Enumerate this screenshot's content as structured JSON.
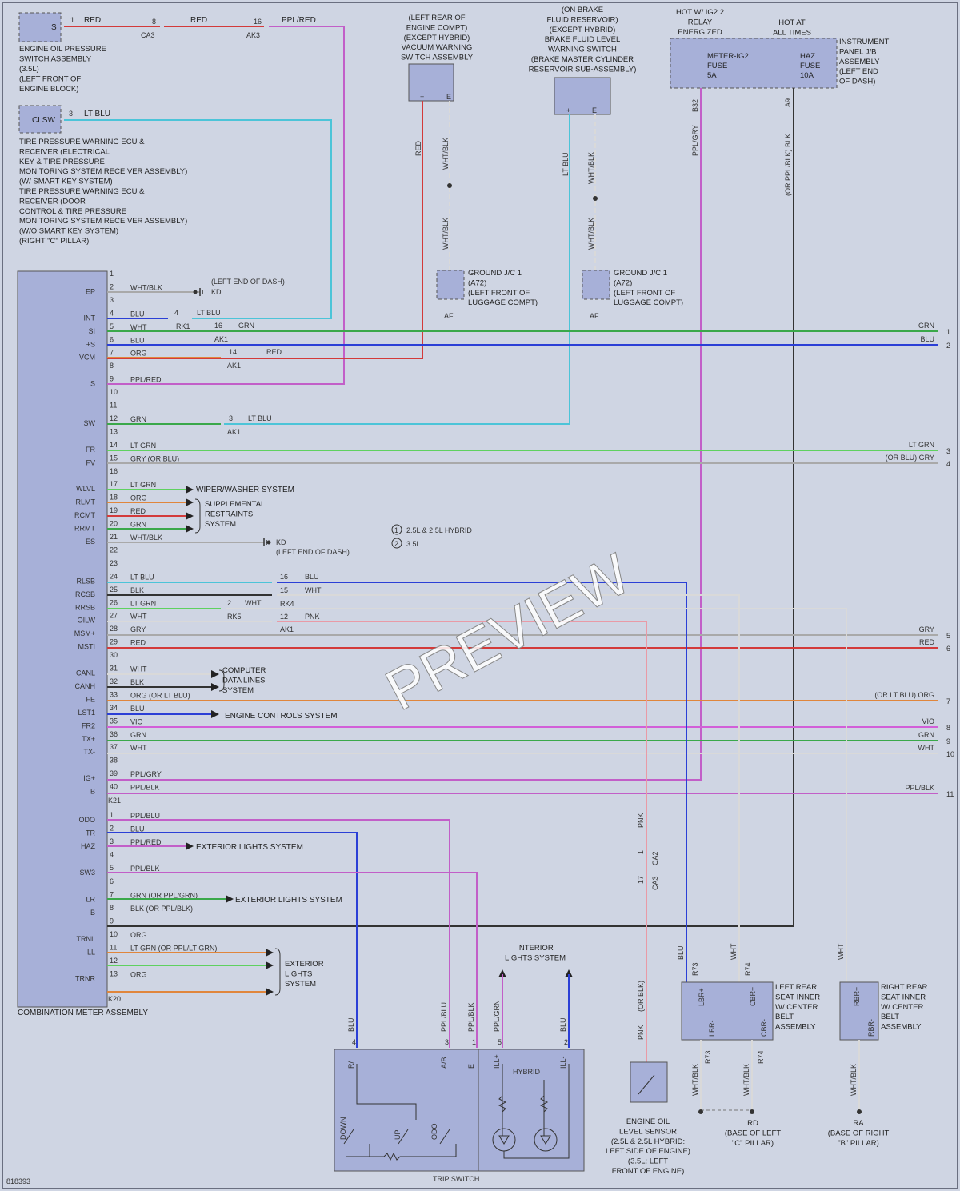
{
  "title": "COMBINATION METER ASSEMBLY",
  "doc_id": "818393",
  "watermark": "PREVIEW",
  "legend": {
    "n1": "1",
    "t1": "2.5L & 2.5L HYBRID",
    "n2": "2",
    "t2": "3.5L"
  },
  "components": {
    "oil_switch_box": "S",
    "oil_switch": [
      "ENGINE OIL PRESSURE",
      "SWITCH ASSEMBLY",
      "(3.5L)",
      "(LEFT FRONT OF",
      "ENGINE BLOCK)"
    ],
    "tpms_box": "CLSW",
    "tpms": [
      "TIRE PRESSURE WARNING ECU &",
      "RECEIVER (ELECTRICAL",
      "KEY & TIRE PRESSURE",
      "MONITORING SYSTEM RECEIVER ASSEMBLY)",
      "(W/ SMART KEY SYSTEM)",
      "TIRE PRESSURE WARNING ECU &",
      "RECEIVER (DOOR",
      "CONTROL & TIRE PRESSURE",
      "MONITORING SYSTEM RECEIVER ASSEMBLY)",
      "(W/O SMART KEY SYSTEM)",
      "(RIGHT \"C\" PILLAR)"
    ],
    "vacuum_sw": [
      "(LEFT REAR OF",
      "ENGINE COMPT)",
      "(EXCEPT HYBRID)",
      "VACUUM WARNING",
      "SWITCH ASSEMBLY"
    ],
    "brake_sw": [
      "(ON BRAKE",
      "FLUID RESERVOIR)",
      "(EXCEPT HYBRID)",
      "BRAKE FLUID LEVEL",
      "WARNING SWITCH",
      "(BRAKE MASTER CYLINDER",
      "RESERVOIR SUB-ASSEMBLY)"
    ],
    "hot_ig2": [
      "HOT W/ IG2 2",
      "RELAY",
      "ENERGIZED"
    ],
    "hot_all": [
      "HOT AT",
      "ALL TIMES"
    ],
    "fuse1": [
      "METER-IG2",
      "FUSE",
      "5A"
    ],
    "fuse2": [
      "HAZ",
      "FUSE",
      "10A"
    ],
    "ip_jb": [
      "INSTRUMENT",
      "PANEL J/B",
      "ASSEMBLY",
      "(LEFT END",
      "OF DASH)"
    ],
    "ground1": [
      "GROUND J/C 1",
      "(A72)",
      "(LEFT FRONT OF",
      "LUGGAGE COMPT)"
    ],
    "ground2": [
      "GROUND J/C 1",
      "(A72)",
      "(LEFT FRONT OF",
      "LUGGAGE COMPT)"
    ],
    "af": "AF",
    "kd": "KD",
    "left_end_dash": "(LEFT END OF DASH)",
    "wiper": "WIPER/WASHER SYSTEM",
    "srs": [
      "SUPPLEMENTAL",
      "RESTRAINTS",
      "SYSTEM"
    ],
    "cdl": [
      "COMPUTER",
      "DATA LINES",
      "SYSTEM"
    ],
    "ecs": "ENGINE CONTROLS SYSTEM",
    "els1": "EXTERIOR LIGHTS SYSTEM",
    "els2": "EXTERIOR LIGHTS SYSTEM",
    "els3": [
      "EXTERIOR",
      "LIGHTS",
      "SYSTEM"
    ],
    "interior": [
      "INTERIOR",
      "LIGHTS SYSTEM"
    ],
    "trip": "TRIP SWITCH",
    "trip_pins": [
      "R/",
      "A/B",
      "E",
      "ILL+",
      "ILL-"
    ],
    "trip_sw": [
      "DOWN",
      "UP",
      "ODO"
    ],
    "hybrid": "HYBRID",
    "oil_level": [
      "ENGINE OIL",
      "LEVEL SENSOR",
      "(2.5L & 2.5L HYBRID:",
      "LEFT SIDE OF ENGINE)",
      "(3.5L: LEFT",
      "FRONT OF ENGINE)"
    ],
    "lr_belt": [
      "LEFT REAR",
      "SEAT INNER",
      "W/ CENTER",
      "BELT",
      "ASSEMBLY"
    ],
    "rr_belt": [
      "RIGHT REAR",
      "SEAT INNER",
      "W/ CENTER",
      "BELT",
      "ASSEMBLY"
    ],
    "rd": [
      "RD",
      "(BASE OF LEFT",
      "\"C\" PILLAR)"
    ],
    "ra": [
      "RA",
      "(BASE OF RIGHT",
      "\"B\" PILLAR)"
    ],
    "k21": "K21",
    "k20": "K20"
  },
  "meter_pins_k21": [
    {
      "n": "1",
      "sig": "",
      "wire": ""
    },
    {
      "n": "2",
      "sig": "EP",
      "wire": "WHT/BLK"
    },
    {
      "n": "3",
      "sig": "",
      "wire": ""
    },
    {
      "n": "4",
      "sig": "INT",
      "wire": "BLU"
    },
    {
      "n": "5",
      "sig": "SI",
      "wire": "WHT"
    },
    {
      "n": "6",
      "sig": "+S",
      "wire": "BLU"
    },
    {
      "n": "7",
      "sig": "VCM",
      "wire": "ORG"
    },
    {
      "n": "8",
      "sig": "",
      "wire": ""
    },
    {
      "n": "9",
      "sig": "S",
      "wire": "PPL/RED"
    },
    {
      "n": "10",
      "sig": "",
      "wire": ""
    },
    {
      "n": "11",
      "sig": "",
      "wire": ""
    },
    {
      "n": "12",
      "sig": "SW",
      "wire": "GRN"
    },
    {
      "n": "13",
      "sig": "",
      "wire": ""
    },
    {
      "n": "14",
      "sig": "FR",
      "wire": "LT GRN"
    },
    {
      "n": "15",
      "sig": "FV",
      "wire": "GRY   (OR BLU)"
    },
    {
      "n": "16",
      "sig": "",
      "wire": ""
    },
    {
      "n": "17",
      "sig": "WLVL",
      "wire": "LT GRN"
    },
    {
      "n": "18",
      "sig": "RLMT",
      "wire": "ORG"
    },
    {
      "n": "19",
      "sig": "RCMT",
      "wire": "RED"
    },
    {
      "n": "20",
      "sig": "RRMT",
      "wire": "GRN"
    },
    {
      "n": "21",
      "sig": "ES",
      "wire": "WHT/BLK"
    },
    {
      "n": "22",
      "sig": "",
      "wire": ""
    },
    {
      "n": "23",
      "sig": "",
      "wire": ""
    },
    {
      "n": "24",
      "sig": "RLSB",
      "wire": "LT BLU"
    },
    {
      "n": "25",
      "sig": "RCSB",
      "wire": "BLK"
    },
    {
      "n": "26",
      "sig": "RRSB",
      "wire": "LT GRN"
    },
    {
      "n": "27",
      "sig": "OILW",
      "wire": "WHT"
    },
    {
      "n": "28",
      "sig": "MSM+",
      "wire": "GRY"
    },
    {
      "n": "29",
      "sig": "MSTI",
      "wire": "RED"
    },
    {
      "n": "30",
      "sig": "",
      "wire": ""
    },
    {
      "n": "31",
      "sig": "CANL",
      "wire": "WHT"
    },
    {
      "n": "32",
      "sig": "CANH",
      "wire": "BLK"
    },
    {
      "n": "33",
      "sig": "FE",
      "wire": "ORG  (OR LT BLU)"
    },
    {
      "n": "34",
      "sig": "LST1",
      "wire": "BLU"
    },
    {
      "n": "35",
      "sig": "FR2",
      "wire": "VIO"
    },
    {
      "n": "36",
      "sig": "TX+",
      "wire": "GRN"
    },
    {
      "n": "37",
      "sig": "TX-",
      "wire": "WHT"
    },
    {
      "n": "38",
      "sig": "",
      "wire": ""
    },
    {
      "n": "39",
      "sig": "IG+",
      "wire": "PPL/GRY"
    },
    {
      "n": "40",
      "sig": "B",
      "wire": "PPL/BLK"
    }
  ],
  "meter_pins_k20": [
    {
      "n": "1",
      "sig": "ODO",
      "wire": "PPL/BLU"
    },
    {
      "n": "2",
      "sig": "TR",
      "wire": "BLU"
    },
    {
      "n": "3",
      "sig": "HAZ",
      "wire": "PPL/RED"
    },
    {
      "n": "4",
      "sig": "",
      "wire": ""
    },
    {
      "n": "5",
      "sig": "SW3",
      "wire": "PPL/BLK"
    },
    {
      "n": "6",
      "sig": "",
      "wire": ""
    },
    {
      "n": "7",
      "sig": "LR",
      "wire": "GRN  (OR PPL/GRN)"
    },
    {
      "n": "8",
      "sig": "B",
      "wire": "BLK   (OR PPL/BLK)"
    },
    {
      "n": "9",
      "sig": "",
      "wire": ""
    },
    {
      "n": "10",
      "sig": "TRNL",
      "wire": "ORG"
    },
    {
      "n": "11",
      "sig": "LL",
      "wire": "LT GRN     (OR PPL/LT GRN)"
    },
    {
      "n": "12",
      "sig": "",
      "wire": ""
    },
    {
      "n": "13",
      "sig": "TRNR",
      "wire": "ORG"
    }
  ],
  "right_edge": [
    {
      "n": "1",
      "wire": "GRN"
    },
    {
      "n": "2",
      "wire": "BLU"
    },
    {
      "n": "3",
      "wire": "LT GRN"
    },
    {
      "n": "4",
      "wire": "(OR BLU)   GRY"
    },
    {
      "n": "5",
      "wire": "GRY"
    },
    {
      "n": "6",
      "wire": "RED"
    },
    {
      "n": "7",
      "wire": "(OR LT BLU)   ORG"
    },
    {
      "n": "8",
      "wire": "VIO"
    },
    {
      "n": "9",
      "wire": "GRN"
    },
    {
      "n": "10",
      "wire": "WHT"
    },
    {
      "n": "11",
      "wire": "PPL/BLK"
    }
  ],
  "connectors": [
    {
      "pin": "1",
      "wire": "RED"
    },
    {
      "pin": "8",
      "conn": "CA3",
      "wire": "RED"
    },
    {
      "pin": "16",
      "conn": "AK3",
      "wire": "PPL/RED"
    },
    {
      "pin": "3",
      "wire": "LT BLU"
    },
    {
      "pin": "4",
      "conn": "",
      "wire": "LT BLU"
    },
    {
      "pin": "16",
      "conn": "RK1",
      "wire": "GRN"
    },
    {
      "pin": "",
      "conn": "AK1",
      "wire": ""
    },
    {
      "pin": "14",
      "conn": "AK1",
      "wire": "RED"
    },
    {
      "pin": "3",
      "conn": "AK1",
      "wire": "LT BLU"
    },
    {
      "pin": "16",
      "conn": "",
      "wire": "BLU"
    },
    {
      "pin": "15",
      "conn": "RK4",
      "wire": "WHT"
    },
    {
      "pin": "2",
      "conn": "RK5",
      "wire": "WHT"
    },
    {
      "pin": "12",
      "conn": "AK1",
      "wire": "PNK"
    }
  ],
  "vert_labels": {
    "red": "RED",
    "whtblk1": "WHT/BLK",
    "whtblk2": "WHT/BLK",
    "ltblu": "LT BLU",
    "whtblk3": "WHT/BLK",
    "whtblk4": "WHT/BLK",
    "pplgry": "PPL/GRY",
    "blk": "(OR PPL/BLK)   BLK",
    "b32": "B32",
    "a9": "A9",
    "pnk": "PNK",
    "ca2": "CA2",
    "ca3": "CA3",
    "pin1": "1",
    "pin17": "17",
    "blu_r73": "BLU",
    "r73": "R73",
    "wht_r74": "WHT",
    "r74": "R74",
    "wht_rr": "WHT",
    "blu_t": "BLU",
    "pplblu_t": "PPL/BLU",
    "pplblk_t": "PPL/BLK",
    "pplgrn_t": "PPL/GRN",
    "blu_t2": "BLU",
    "orblk": "(OR BLK)",
    "pnk2": "PNK",
    "whtblk_b1": "WHT/BLK",
    "r73b": "R73",
    "whtblk_b2": "WHT/BLK",
    "r74b": "R74",
    "whtblk_b3": "WHT/BLK",
    "lbr_p": "LBR+",
    "lbr_m": "LBR-",
    "cbr_p": "CBR+",
    "cbr_m": "CBR-",
    "rbr_p": "RBR+",
    "rbr_m": "RBR-",
    "plus": "+",
    "e": "E"
  },
  "colors": {
    "red": "#d33a3a",
    "grn": "#3aa84a",
    "blu": "#2b3fd6",
    "ltblu": "#4cc4d8",
    "ltgrn": "#5fd15f",
    "org": "#e0863c",
    "gry": "#a9a9a9",
    "ppl": "#c25fc8",
    "vio": "#d25fd8",
    "blk": "#333333",
    "wht": "#d9d9d9",
    "pnk": "#e99aa6",
    "box": "#a7b0d8",
    "bg": "#cfd5e3"
  }
}
